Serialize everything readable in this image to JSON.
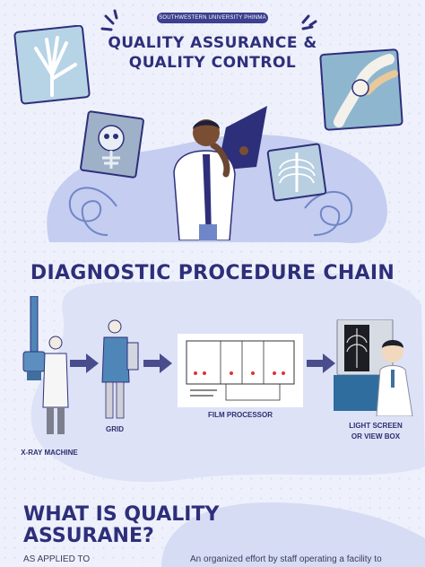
{
  "header": {
    "institution": "SOUTHWESTERN UNIVERSITY PHINMA",
    "title_line1": "QUALITY ASSURANCE &",
    "title_line2": "QUALITY CONTROL"
  },
  "chain": {
    "heading": "DIAGNOSTIC PROCEDURE CHAIN",
    "xray_machine": "X-RAY  MACHINE",
    "grid": "GRID",
    "film_processor": "FILM PROCESSOR",
    "light_screen_line1": "LIGHT SCREEN",
    "light_screen_line2": "OR VIEW BOX"
  },
  "qa": {
    "heading_line1": "WHAT IS QUALITY",
    "heading_line2": "ASSURANE?",
    "applied_to": "AS APPLIED TO",
    "definition": "An organized effort by staff operating a facility to"
  },
  "colors": {
    "navy": "#2e2f7a",
    "blob": "#c5cdf0",
    "accent": "#6f86c8"
  }
}
